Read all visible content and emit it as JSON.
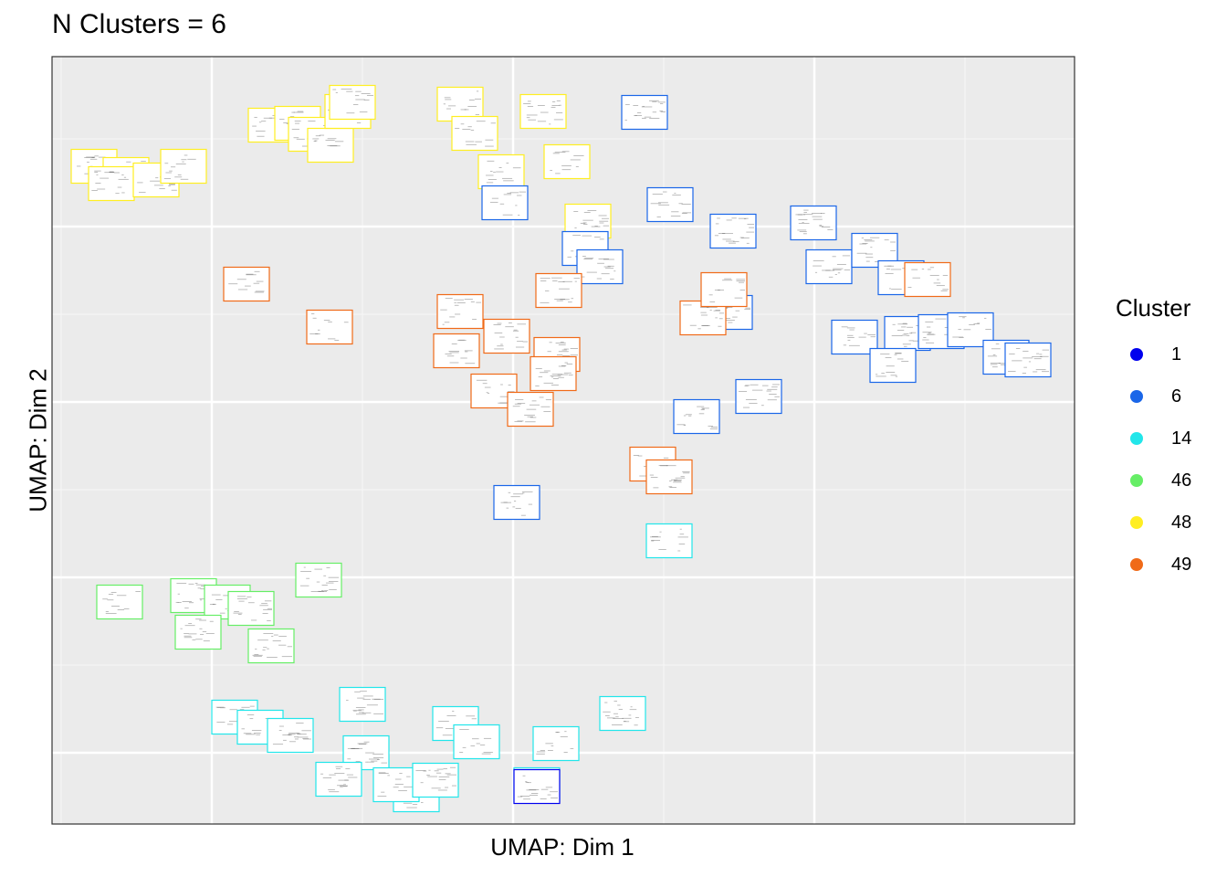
{
  "chart_data": {
    "type": "scatter",
    "title": "N Clusters = 6",
    "xlabel": "UMAP: Dim 1",
    "ylabel": "UMAP: Dim 2",
    "xlim": [
      0,
      1120
    ],
    "ylim": [
      0,
      840
    ],
    "grid": true,
    "x_ticks_major": [
      175,
      505,
      835
    ],
    "x_ticks_minor": [
      10,
      340,
      670,
      1000
    ],
    "y_ticks_major": [
      78,
      270,
      462,
      654
    ],
    "y_ticks_minor": [
      174,
      366,
      558,
      750
    ],
    "legend": {
      "title": "Cluster",
      "placement": "right",
      "entries": [
        {
          "label": "1",
          "color": "#0000EE"
        },
        {
          "label": "6",
          "color": "#1A66E8"
        },
        {
          "label": "14",
          "color": "#22E6EA"
        },
        {
          "label": "46",
          "color": "#66EE66"
        },
        {
          "label": "48",
          "color": "#FFEE22"
        },
        {
          "label": "49",
          "color": "#F06A18"
        }
      ]
    },
    "series": [
      {
        "cluster": "48",
        "color": "#FFEE22",
        "points": [
          [
            46,
            720
          ],
          [
            81,
            711
          ],
          [
            65,
            701
          ],
          [
            114,
            705
          ],
          [
            144,
            720
          ],
          [
            240,
            765
          ],
          [
            269,
            767
          ],
          [
            284,
            755
          ],
          [
            305,
            743
          ],
          [
            324,
            780
          ],
          [
            329,
            790
          ],
          [
            447,
            788
          ],
          [
            463,
            756
          ],
          [
            492,
            714
          ],
          [
            538,
            780
          ],
          [
            564,
            725
          ],
          [
            587,
            660
          ]
        ]
      },
      {
        "cluster": "6",
        "color": "#1A66E8",
        "points": [
          [
            649,
            779
          ],
          [
            496,
            680
          ],
          [
            677,
            678
          ],
          [
            746,
            649
          ],
          [
            584,
            630
          ],
          [
            834,
            658
          ],
          [
            600,
            610
          ],
          [
            851,
            610
          ],
          [
            901,
            628
          ],
          [
            930,
            598
          ],
          [
            742,
            560
          ],
          [
            879,
            533
          ],
          [
            937,
            537
          ],
          [
            974,
            539
          ],
          [
            1006,
            541
          ],
          [
            1045,
            511
          ],
          [
            921,
            502
          ],
          [
            1069,
            508
          ],
          [
            774,
            468
          ],
          [
            706,
            446
          ],
          [
            509,
            352
          ]
        ]
      },
      {
        "cluster": "49",
        "color": "#F06A18",
        "points": [
          [
            213,
            591
          ],
          [
            304,
            544
          ],
          [
            447,
            561
          ],
          [
            498,
            534
          ],
          [
            443,
            518
          ],
          [
            555,
            584
          ],
          [
            959,
            596
          ],
          [
            713,
            554
          ],
          [
            553,
            514
          ],
          [
            549,
            493
          ],
          [
            484,
            474
          ],
          [
            524,
            454
          ],
          [
            658,
            394
          ],
          [
            676,
            380
          ],
          [
            736,
            585
          ]
        ]
      },
      {
        "cluster": "14",
        "color": "#22E6EA",
        "points": [
          [
            676,
            310
          ],
          [
            625,
            121
          ],
          [
            340,
            131
          ],
          [
            200,
            117
          ],
          [
            228,
            106
          ],
          [
            261,
            97
          ],
          [
            344,
            78
          ],
          [
            314,
            49
          ],
          [
            399,
            32
          ],
          [
            377,
            43
          ],
          [
            420,
            48
          ],
          [
            442,
            110
          ],
          [
            465,
            90
          ],
          [
            552,
            88
          ],
          [
            531,
            43
          ]
        ]
      },
      {
        "cluster": "46",
        "color": "#66EE66",
        "points": [
          [
            74,
            243
          ],
          [
            155,
            250
          ],
          [
            192,
            243
          ],
          [
            218,
            236
          ],
          [
            292,
            267
          ],
          [
            160,
            210
          ],
          [
            240,
            195
          ]
        ]
      },
      {
        "cluster": "1",
        "color": "#0000EE",
        "points": [
          [
            531,
            41
          ]
        ]
      }
    ]
  }
}
